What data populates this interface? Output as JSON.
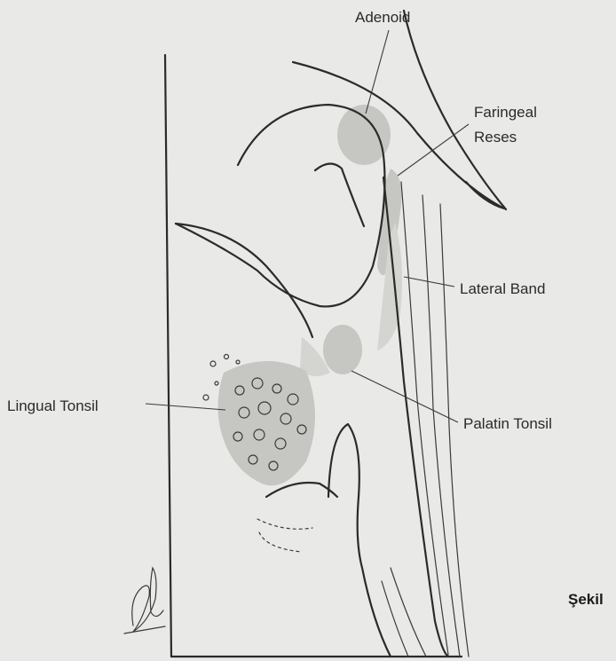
{
  "labels": {
    "adenoid": "Adenoid",
    "faringeal_line1": "Faringeal",
    "faringeal_line2": "Reses",
    "lateral_band": "Lateral Band",
    "palatin_tonsil": "Palatin Tonsil",
    "lingual_tonsil": "Lingual Tonsil",
    "figure_caption": "Şekil"
  },
  "colors": {
    "background": "#e9e9e7",
    "ink": "#2b2b2b",
    "lymphoid_tissue": "#c6c6c3"
  }
}
